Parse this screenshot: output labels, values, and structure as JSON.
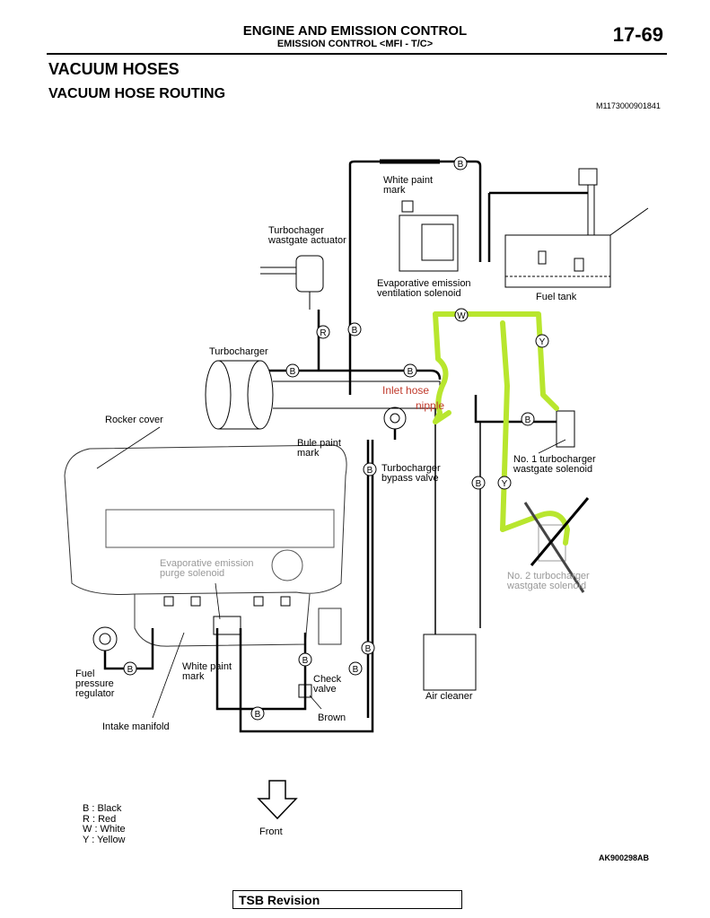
{
  "header": {
    "section_title": "ENGINE AND EMISSION CONTROL",
    "subsection_title": "EMISSION CONTROL <MFI - T/C>",
    "page_number": "17-69"
  },
  "headings": {
    "main": "VACUUM HOSES",
    "sub": "VACUUM HOSE ROUTING",
    "code": "M1173000901841"
  },
  "labels": {
    "white_paint_top_1": "White paint",
    "white_paint_top_2": "mark",
    "turbo_actuator_1": "Turbochager",
    "turbo_actuator_2": "wastgate actuator",
    "evap_vent_1": "Evaporative emission",
    "evap_vent_2": "ventilation solenoid",
    "fuel_tank": "Fuel tank",
    "turbocharger": "Turbocharger",
    "rocker_cover": "Rocker cover",
    "blue_paint_1": "Bule paint",
    "blue_paint_2": "mark",
    "bypass_1": "Turbocharger",
    "bypass_2": "bypass valve",
    "no1_solenoid_1": "No. 1 turbocharger",
    "no1_solenoid_2": "wastgate solenoid",
    "evap_purge_1": "Evaporative emission",
    "evap_purge_2": "purge solenoid",
    "no2_solenoid_1": "No. 2 turbocharger",
    "no2_solenoid_2": "wastgate solenoid",
    "fuel_reg_1": "Fuel",
    "fuel_reg_2": "pressure",
    "fuel_reg_3": "regulator",
    "white_paint_bot_1": "White paint",
    "white_paint_bot_2": "mark",
    "check_valve_1": "Check",
    "check_valve_2": "valve",
    "brown": "Brown",
    "intake_manifold": "Intake manifold",
    "air_cleaner": "Air cleaner",
    "front": "Front"
  },
  "annotations": {
    "inlet_1": "Inlet hose",
    "inlet_2": "nipple",
    "highlight_color": "#b8e62e",
    "note_color": "#c0392b"
  },
  "legend": {
    "b": "B  : Black",
    "r": "R  : Red",
    "w": "W : White",
    "y": "Y  : Yellow"
  },
  "footer": {
    "figure_code": "AK900298AB",
    "tsb": "TSB Revision"
  },
  "hose_codes": {
    "b": "B",
    "r": "R",
    "w": "W",
    "y": "Y"
  }
}
